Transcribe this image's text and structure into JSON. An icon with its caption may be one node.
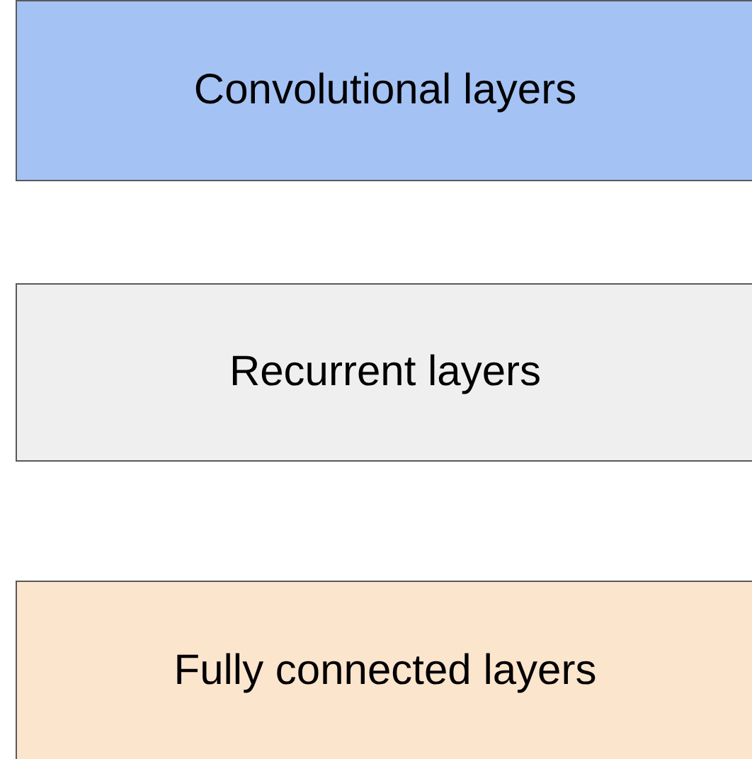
{
  "diagram": {
    "nodes": [
      {
        "text": [
          "Convolutional layers"
        ]
      },
      {
        "text": [
          "Recurrent layers"
        ]
      },
      {
        "text": [
          "Fully connected layers"
        ]
      }
    ]
  }
}
